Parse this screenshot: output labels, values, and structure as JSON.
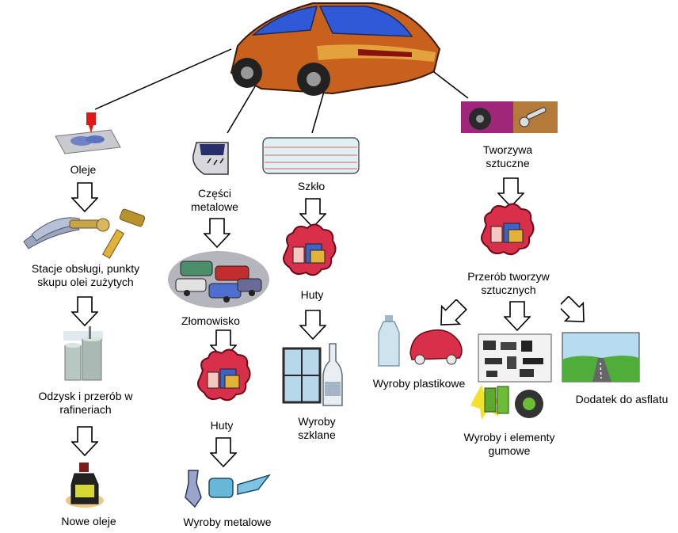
{
  "diagram": {
    "car": {
      "icon": "car-icon"
    },
    "oils": {
      "source": {
        "label": "Oleje",
        "icon": "oil-drop-machine-icon"
      },
      "collection": {
        "lines": [
          "Stacje obsługi, punkty",
          "skupu olei zużytych"
        ],
        "icon": "pliers-hammer-tools-icon"
      },
      "refinery": {
        "lines": [
          "Odzysk i przerób w",
          "rafineriach"
        ],
        "icon": "refinery-tanks-icon"
      },
      "product": {
        "label": "Nowe oleje",
        "icon": "oil-bottle-icon"
      }
    },
    "metals": {
      "source": {
        "lines": [
          "Części",
          "metalowe"
        ],
        "icon": "metal-part-icon"
      },
      "scrapyard": {
        "label": "Złomowisko",
        "icon": "scrap-cars-icon"
      },
      "smelter": {
        "label": "Huty",
        "icon": "factory-icon"
      },
      "product": {
        "label": "Wyroby metalowe",
        "icon": "metal-products-icon"
      }
    },
    "glass": {
      "source": {
        "label": "Szkło",
        "icon": "glass-pane-icon"
      },
      "smelter": {
        "label": "Huty",
        "icon": "factory-icon"
      },
      "product": {
        "lines": [
          "Wyroby",
          "szklane"
        ],
        "icon": "window-bottle-icon"
      }
    },
    "plastics": {
      "source": {
        "lines": [
          "Tworzywa",
          "sztuczne"
        ],
        "icon": "plastic-parts-icon"
      },
      "processing": {
        "lines": [
          "Przerób tworzyw",
          "sztucznych"
        ],
        "icon": "factory-icon"
      },
      "products": [
        {
          "label": "Wyroby plastikowe",
          "icon": "plastic-bottle-car-icon"
        },
        {
          "lines": [
            "Wyroby i elementy",
            "gumowe"
          ],
          "icon": "rubber-boots-tyre-icon"
        },
        {
          "label": "Dodatek do asflatu",
          "icon": "asphalt-road-icon"
        }
      ]
    },
    "colors": {
      "car_body": "#c8601e",
      "car_window": "#2f59d6",
      "factory_cloud": "#d8304a",
      "arrow_stroke": "#000000",
      "glass_stripe": "#e06060",
      "glass_fill": "#dff0f4"
    }
  }
}
